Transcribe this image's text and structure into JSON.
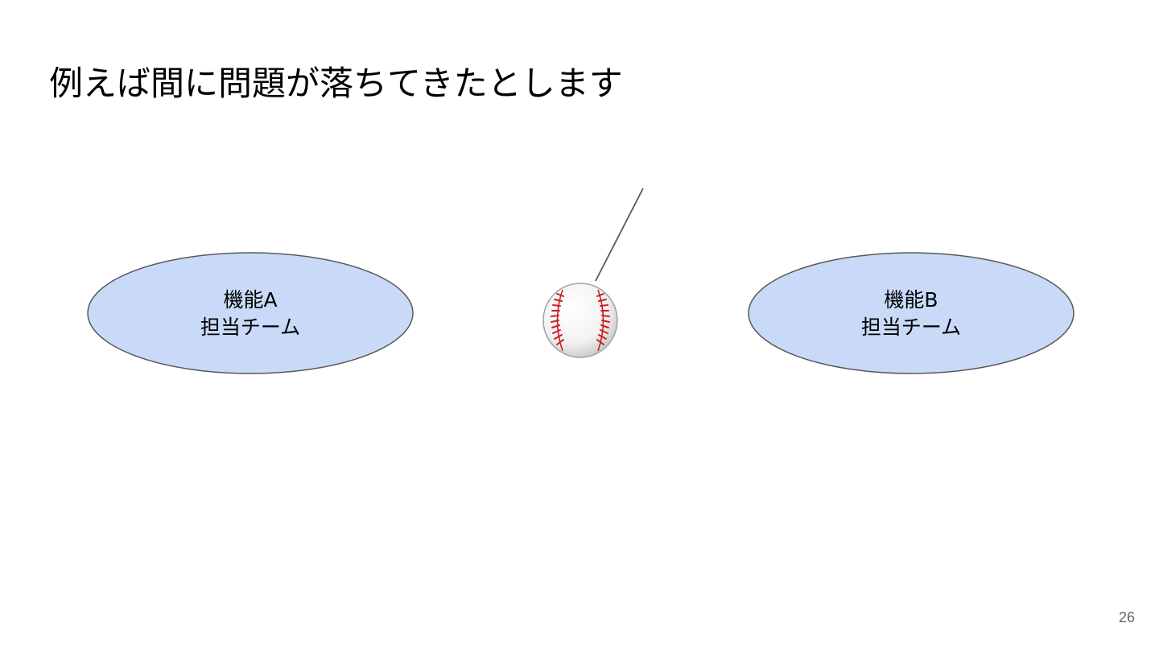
{
  "slide": {
    "title": "例えば間に問題が落ちてきたとします",
    "page_number": "26"
  },
  "diagram": {
    "team_a": {
      "line1": "機能A",
      "line2": "担当チーム"
    },
    "team_b": {
      "line1": "機能B",
      "line2": "担当チーム"
    },
    "ball_icon": "baseball-icon",
    "colors": {
      "ellipse_fill": "#c9daf8",
      "ellipse_stroke": "#595959",
      "seam_red": "#cc1f1f",
      "line": "#595959"
    }
  }
}
